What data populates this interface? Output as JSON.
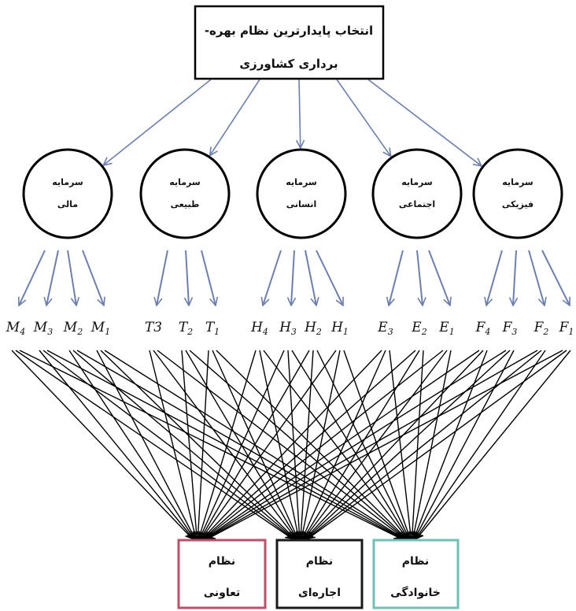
{
  "colors": {
    "blue_arrow": "#6b7fb5",
    "black_arrow": "#000000",
    "cooperative_border": "#c24d69",
    "lease_border": "#1a1a1a",
    "family_border": "#6fc2b7"
  },
  "goal": {
    "line1": "انتخاب پایدارترین نظام بهره-",
    "line2": "برداری کشاورزی"
  },
  "capitals": [
    {
      "id": "financial",
      "line1": "سرمایه",
      "line2": "مالی"
    },
    {
      "id": "natural",
      "line1": "سرمایه",
      "line2": "طبیعی"
    },
    {
      "id": "human",
      "line1": "سرمایه",
      "line2": "انسانی"
    },
    {
      "id": "social",
      "line1": "سرمایه",
      "line2": "اجتماعی"
    },
    {
      "id": "physical",
      "line1": "سرمایه",
      "line2": "فیزیکی"
    }
  ],
  "indicators": [
    {
      "group": "financial",
      "main": "M",
      "sub": "4"
    },
    {
      "group": "financial",
      "main": "M",
      "sub": "3"
    },
    {
      "group": "financial",
      "main": "M",
      "sub": "2"
    },
    {
      "group": "financial",
      "main": "M",
      "sub": "1"
    },
    {
      "group": "natural",
      "main": "T3",
      "sub": ""
    },
    {
      "group": "natural",
      "main": "T",
      "sub": "2"
    },
    {
      "group": "natural",
      "main": "T",
      "sub": "1"
    },
    {
      "group": "human",
      "main": "H",
      "sub": "4"
    },
    {
      "group": "human",
      "main": "H",
      "sub": "3"
    },
    {
      "group": "human",
      "main": "H",
      "sub": "2"
    },
    {
      "group": "human",
      "main": "H",
      "sub": "1"
    },
    {
      "group": "social",
      "main": "E",
      "sub": "3"
    },
    {
      "group": "social",
      "main": "E",
      "sub": "2"
    },
    {
      "group": "social",
      "main": "E",
      "sub": "1"
    },
    {
      "group": "physical",
      "main": "F",
      "sub": "4"
    },
    {
      "group": "physical",
      "main": "F",
      "sub": "3"
    },
    {
      "group": "physical",
      "main": "F",
      "sub": "2"
    },
    {
      "group": "physical",
      "main": "F",
      "sub": "1"
    }
  ],
  "systems": [
    {
      "id": "cooperative",
      "line1": "نظام",
      "line2": "تعاونی"
    },
    {
      "id": "lease",
      "line1": "نظام",
      "line2": "اجاره‌ای"
    },
    {
      "id": "family",
      "line1": "نظام",
      "line2": "خانوادگی"
    }
  ]
}
